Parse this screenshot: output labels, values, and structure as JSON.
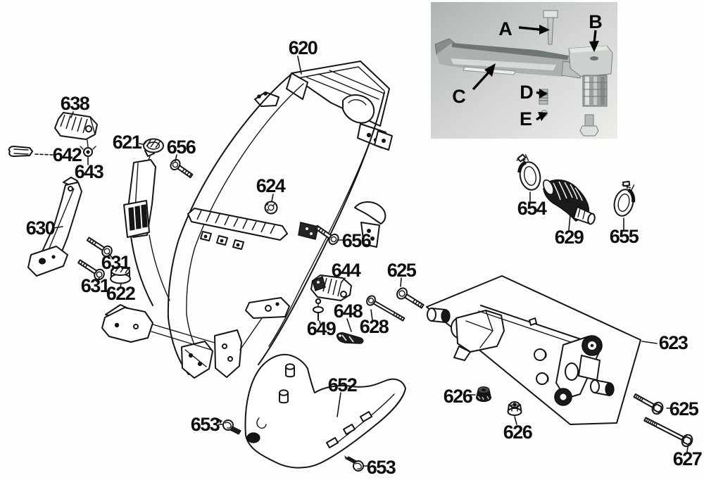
{
  "figure": {
    "type": "exploded-parts-diagram",
    "subject": "frame body assembly",
    "background": "#ffffff",
    "line_color": "#151515"
  },
  "callouts": {
    "620": "620",
    "621": "621",
    "622": "622",
    "623": "623",
    "624": "624",
    "625": "625",
    "626": "626",
    "627": "627",
    "628": "628",
    "629": "629",
    "630": "630",
    "631": "631",
    "638": "638",
    "642": "642",
    "643": "643",
    "644": "644",
    "648": "648",
    "649": "649",
    "652": "652",
    "653": "653",
    "654": "654",
    "655": "655",
    "656": "656"
  },
  "inset_photo": {
    "background": "#ced2cf",
    "callouts": {
      "a": "A",
      "b": "B",
      "c": "C",
      "d": "D",
      "e": "E"
    }
  }
}
